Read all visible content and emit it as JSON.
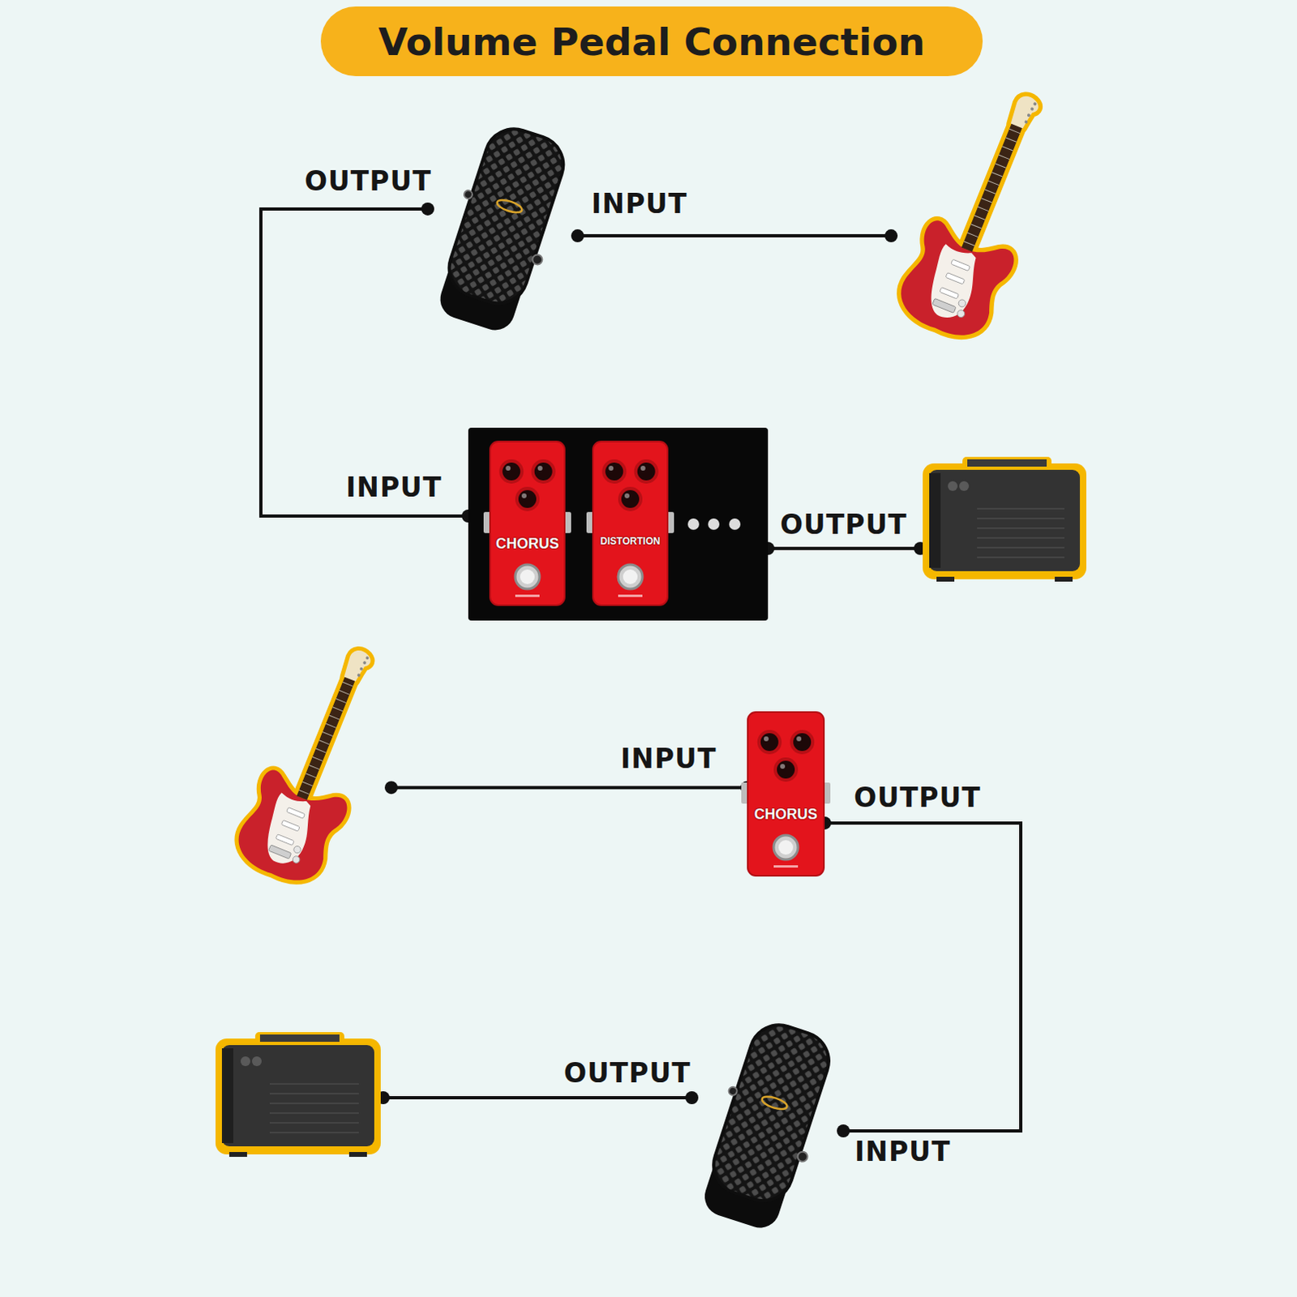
{
  "diagram": {
    "title": "Volume Pedal Connection",
    "nodes": [
      {
        "text": []
      },
      {
        "text": []
      },
      {
        "text": []
      },
      {
        "text": [
          "CHORUS"
        ],
        "in": 2
      },
      {
        "text": [
          "DISTORTION"
        ],
        "in": 2
      },
      {
        "text": []
      },
      {
        "text": []
      },
      {
        "text": [
          "CHORUS"
        ]
      },
      {
        "text": []
      },
      {
        "text": []
      }
    ],
    "edges": [
      {
        "from": 1,
        "to": 0,
        "arrow": "none"
      },
      {
        "from": 0,
        "to": 2,
        "arrow": "none"
      },
      {
        "from": 2,
        "to": 5,
        "arrow": "none"
      },
      {
        "from": 6,
        "to": 7,
        "arrow": "none"
      },
      {
        "from": 7,
        "to": 8,
        "arrow": "none"
      },
      {
        "from": 8,
        "to": 9,
        "arrow": "none"
      }
    ],
    "labels": [
      "OUTPUT",
      "INPUT",
      "INPUT",
      "OUTPUT",
      "INPUT",
      "OUTPUT",
      "OUTPUT",
      "INPUT"
    ]
  }
}
